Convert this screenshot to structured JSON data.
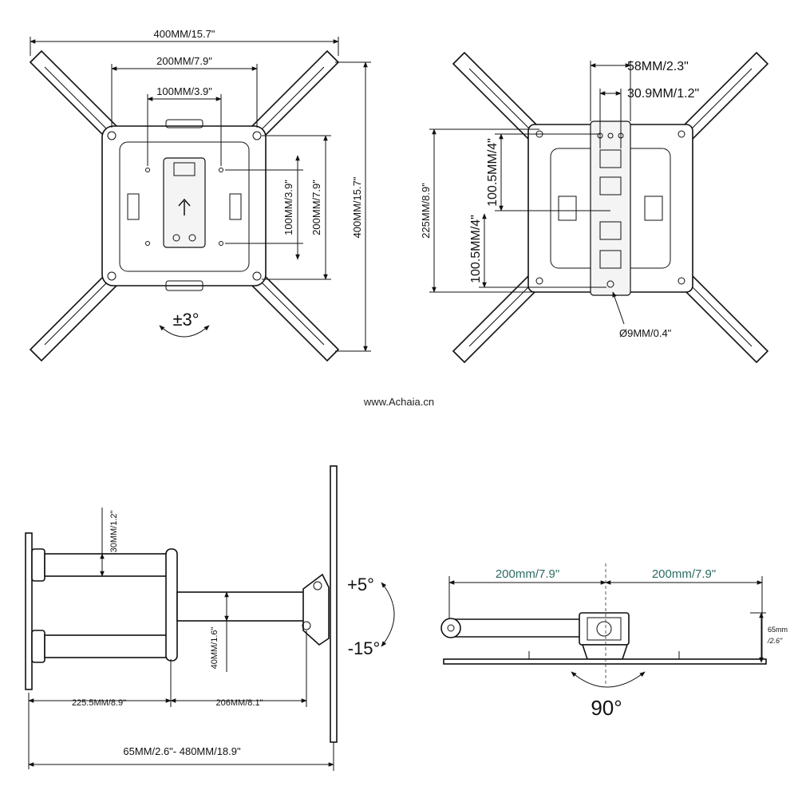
{
  "watermark": "www.Achaia.cn",
  "front_view": {
    "width_total": "400MM/15.7\"",
    "width_mid": "200MM/7.9\"",
    "width_small": "100MM/3.9\"",
    "height_small": "100MM/3.9\"",
    "height_mid": "200MM/7.9\"",
    "height_total": "400MM/15.7\"",
    "tilt_label": "±3°"
  },
  "back_view": {
    "plate_width": "58MM/2.3\"",
    "slot_width": "30.9MM/1.2\"",
    "height_total": "225MM/8.9\"",
    "spacing_upper": "100.5MM/4\"",
    "spacing_lower": "100.5MM/4\"",
    "hole_diameter": "Ø9MM/0.4\""
  },
  "side_view": {
    "arm_thickness": "30MM/1.2\"",
    "arm_height": "40MM/1.6\"",
    "arm1_length": "225.5MM/8.9\"",
    "arm2_length": "206MM/8.1\"",
    "extension_range": "65MM/2.6\"- 480MM/18.9\"",
    "tilt_up": "+5°",
    "tilt_down": "-15°"
  },
  "top_view": {
    "left_width": "200mm/7.9\"",
    "right_width": "200mm/7.9\"",
    "depth_line1": "65mm",
    "depth_line2": "/2.6\"",
    "swivel": "90°"
  }
}
